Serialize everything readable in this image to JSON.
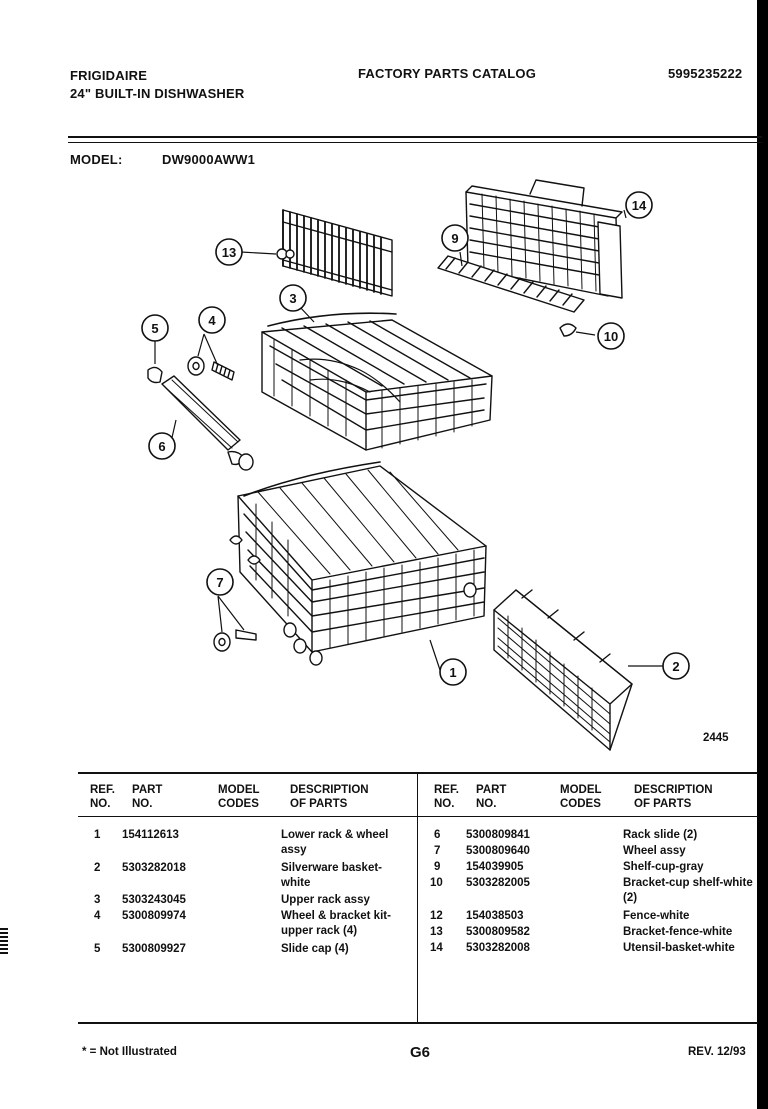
{
  "header": {
    "brand": "FRIGIDAIRE",
    "product": "24\" BUILT-IN DISHWASHER",
    "catalog_title": "FACTORY PARTS CATALOG",
    "catalog_number": "5995235222",
    "model_label": "MODEL:",
    "model_value": "DW9000AWW1"
  },
  "diagram": {
    "callouts": [
      "1",
      "2",
      "3",
      "4",
      "5",
      "6",
      "7",
      "9",
      "10",
      "13",
      "14"
    ],
    "figure_number": "2445"
  },
  "table": {
    "columns": {
      "ref": [
        "REF.",
        "NO."
      ],
      "part": [
        "PART",
        "NO."
      ],
      "model": [
        "MODEL",
        "CODES"
      ],
      "desc": [
        "DESCRIPTION",
        "OF PARTS"
      ]
    },
    "left_rows": [
      {
        "ref": "1",
        "part": "154112613",
        "codes": "",
        "desc": "Lower rack & wheel assy"
      },
      {
        "ref": "2",
        "part": "5303282018",
        "codes": "",
        "desc": "Silverware basket-white"
      },
      {
        "ref": "3",
        "part": "5303243045",
        "codes": "",
        "desc": "Upper rack assy"
      },
      {
        "ref": "4",
        "part": "5300809974",
        "codes": "",
        "desc": "Wheel & bracket kit-upper rack (4)"
      },
      {
        "ref": "5",
        "part": "5300809927",
        "codes": "",
        "desc": "Slide cap (4)"
      }
    ],
    "right_rows": [
      {
        "ref": "6",
        "part": "5300809841",
        "codes": "",
        "desc": "Rack slide (2)"
      },
      {
        "ref": "7",
        "part": "5300809640",
        "codes": "",
        "desc": "Wheel assy"
      },
      {
        "ref": "9",
        "part": "154039905",
        "codes": "",
        "desc": "Shelf-cup-gray"
      },
      {
        "ref": "10",
        "part": "5303282005",
        "codes": "",
        "desc": "Bracket-cup shelf-white (2)"
      },
      {
        "ref": "12",
        "part": "154038503",
        "codes": "",
        "desc": "Fence-white"
      },
      {
        "ref": "13",
        "part": "5300809582",
        "codes": "",
        "desc": "Bracket-fence-white"
      },
      {
        "ref": "14",
        "part": "5303282008",
        "codes": "",
        "desc": "Utensil-basket-white"
      }
    ]
  },
  "footer": {
    "note": "* = Not Illustrated",
    "page": "G6",
    "revision": "REV. 12/93"
  }
}
